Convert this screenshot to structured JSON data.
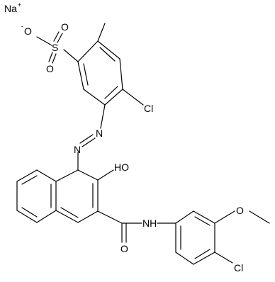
{
  "molecule": {
    "counter_ion": {
      "symbol": "Na",
      "charge": "+"
    },
    "sulfonate": {
      "oxygen_minus": "O",
      "minus_sign": "-",
      "sulfur": "S",
      "oxygen_top": "O",
      "oxygen_bottom": "O"
    },
    "labels": {
      "cl_top_ring": "Cl",
      "azo_n1": "N",
      "azo_n2": "N",
      "hydroxyl": "HO",
      "amide_nh": "NH",
      "amide_o": "O",
      "methoxy_o": "O",
      "cl_bottom_ring": "Cl"
    }
  }
}
